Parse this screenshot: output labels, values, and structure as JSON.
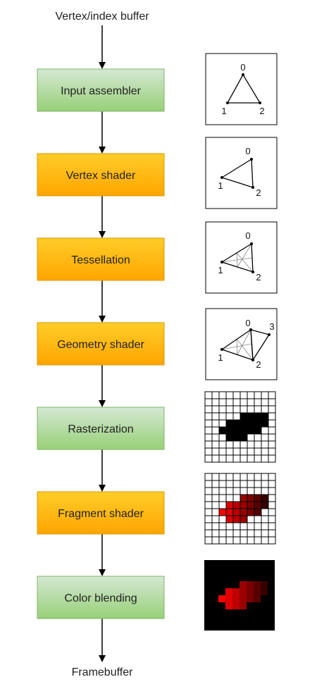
{
  "input_label": "Vertex/index buffer",
  "output_label": "Framebuffer",
  "stages": [
    {
      "id": "input-assembler",
      "label": "Input assembler",
      "kind": "fixed"
    },
    {
      "id": "vertex-shader",
      "label": "Vertex shader",
      "kind": "programmable"
    },
    {
      "id": "tessellation",
      "label": "Tessellation",
      "kind": "programmable"
    },
    {
      "id": "geometry-shader",
      "label": "Geometry shader",
      "kind": "programmable"
    },
    {
      "id": "rasterization",
      "label": "Rasterization",
      "kind": "fixed"
    },
    {
      "id": "fragment-shader",
      "label": "Fragment shader",
      "kind": "programmable"
    },
    {
      "id": "color-blending",
      "label": "Color blending",
      "kind": "fixed"
    }
  ],
  "vertex_labels": {
    "v0": "0",
    "v1": "1",
    "v2": "2",
    "v3": "3"
  },
  "colors": {
    "fixed_fill_top": "#d5e8d4",
    "fixed_fill_bottom": "#97d077",
    "fixed_stroke": "#82b366",
    "programmable_fill_top": "#ffcd28",
    "programmable_fill_bottom": "#ffa500",
    "programmable_stroke": "#d79b00"
  }
}
